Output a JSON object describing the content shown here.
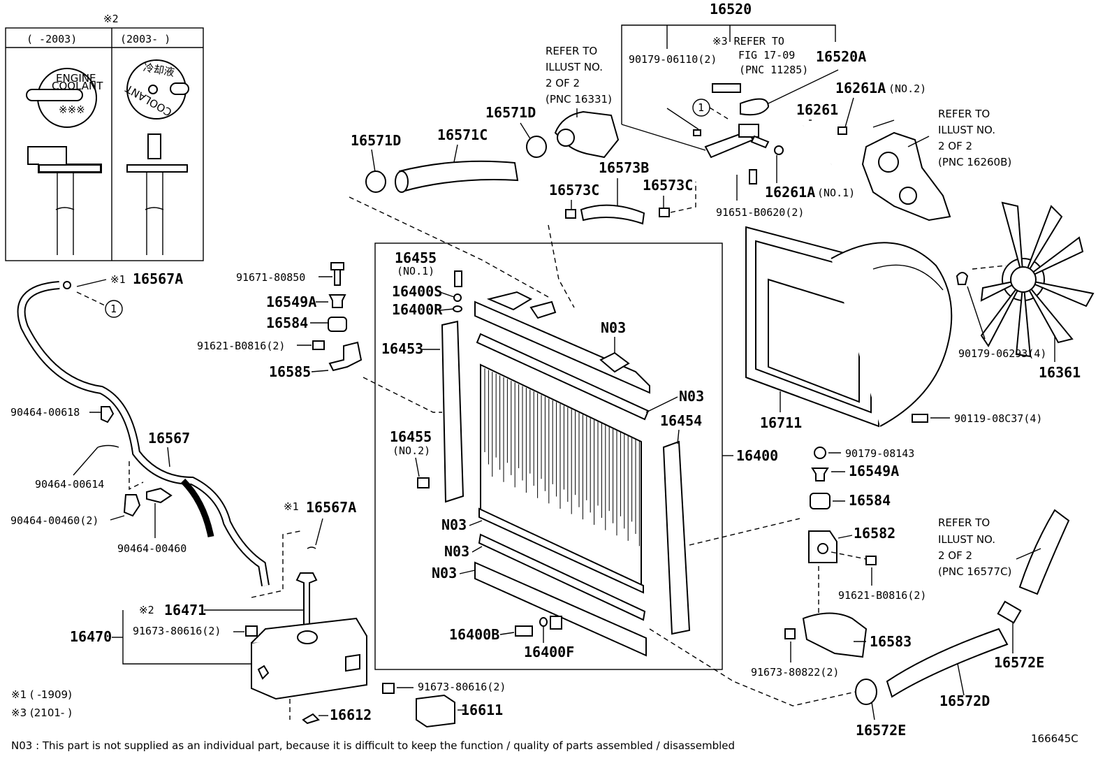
{
  "diagram": {
    "code": "166645C",
    "footnote_n03": "N03 : This part is not supplied as an individual part, because it is difficult to keep the function / quality of parts assembled / disassembled",
    "inset": {
      "mark": "※2",
      "col_left": "(      -2003)",
      "col_right": "(2003-      )",
      "cap_left_line1": "ENGINE",
      "cap_left_line2": "COOLANT",
      "cap_left_line3": "※※※",
      "cap_right_text": "冷却液 COOLANT"
    },
    "legend": {
      "note1": "※1 (      -1909)",
      "note3": "※3 (2101-      )"
    },
    "refs": {
      "r16331": [
        "REFER TO",
        "ILLUST NO.",
        "2 OF 2",
        "(PNC 16331)"
      ],
      "r16260b": [
        "REFER TO",
        "ILLUST NO.",
        "2 OF 2",
        "(PNC 16260B)"
      ],
      "r16577c": [
        "REFER TO",
        "ILLUST NO.",
        "2 OF 2",
        "(PNC 16577C)"
      ],
      "r11285": [
        "※3 REFER TO",
        "FIG 17-09",
        "(PNC 11285)"
      ]
    },
    "labels": {
      "p16520": "16520",
      "p90179_06110": "90179-06110(2)",
      "p16520A": "16520A",
      "p16261A_no2": "16261A",
      "p16261A_no2_sfx": "(NO.2)",
      "p16261": "16261",
      "p16261A_no1": "16261A",
      "p16261A_no1_sfx": "(NO.1)",
      "p91651": "91651-B0620(2)",
      "p16571D_a": "16571D",
      "p16571D_b": "16571D",
      "p16571C": "16571C",
      "p16573B": "16573B",
      "p16573C_a": "16573C",
      "p16573C_b": "16573C",
      "p16567A_top": "16567A",
      "mark1_top": "※1",
      "p91671": "91671-80850",
      "p16549A_l": "16549A",
      "p16584_l": "16584",
      "p91621_l": "91621-B0816(2)",
      "p16585": "16585",
      "p16455_1": "16455",
      "p16455_1_sfx": "(NO.1)",
      "p16400S": "16400S",
      "p16400R": "16400R",
      "p16453": "16453",
      "p16455_2": "16455",
      "p16455_2_sfx": "(NO.2)",
      "n03_a": "N03",
      "n03_b": "N03",
      "n03_c": "N03",
      "n03_d": "N03",
      "n03_e": "N03",
      "p16454": "16454",
      "p16400": "16400",
      "p16400B": "16400B",
      "p16400F": "16400F",
      "p90464_00618": "90464-00618",
      "p90464_00614": "90464-00614",
      "p90464_00460_2": "90464-00460(2)",
      "p90464_00460": "90464-00460",
      "p16567": "16567",
      "p16567A_mid": "16567A",
      "mark1_mid": "※1",
      "mark2_tank": "※2",
      "p16471": "16471",
      "p16470": "16470",
      "p91673_80616_a": "91673-80616(2)",
      "p16612": "16612",
      "p91673_80616_b": "91673-80616(2)",
      "p16611": "16611",
      "p16711": "16711",
      "p90179_06293": "90179-06293(4)",
      "p16361": "16361",
      "p90119": "90119-08C37(4)",
      "p90179_08143": "90179-08143",
      "p16549A_r": "16549A",
      "p16584_r": "16584",
      "p16582": "16582",
      "p91621_r": "91621-B0816(2)",
      "p16583": "16583",
      "p91673_80822": "91673-80822(2)",
      "p16572E_a": "16572E",
      "p16572E_b": "16572E",
      "p16572D": "16572D",
      "circle_1": "1"
    }
  }
}
